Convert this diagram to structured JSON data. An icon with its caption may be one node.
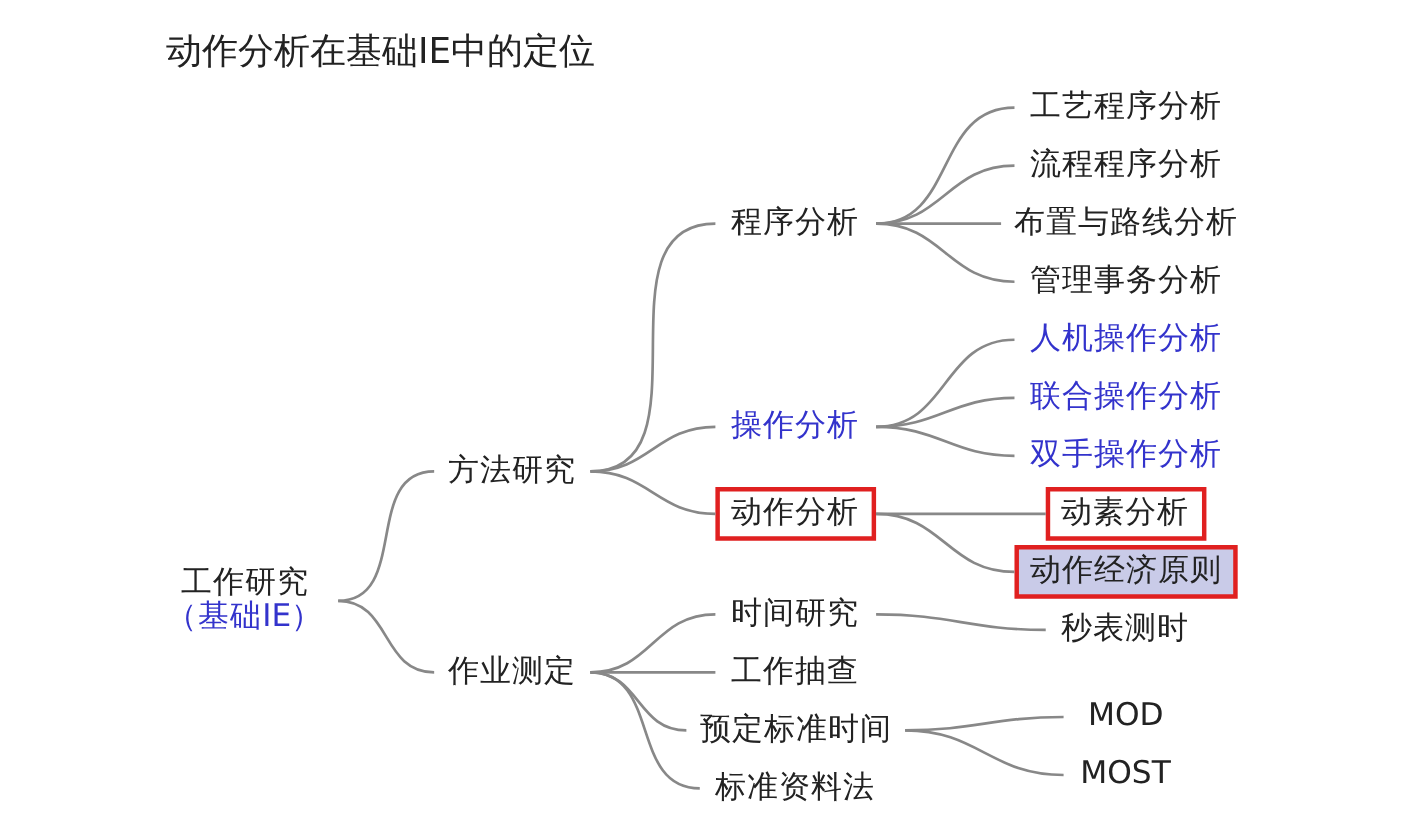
{
  "diagram": {
    "title": "动作分析在基础IE中的定位",
    "nodes": [
      {
        "text": [
          "工作研究",
          "（基础IE）"
        ]
      },
      {
        "text": [
          "方法研究"
        ]
      },
      {
        "text": [
          "程序分析"
        ]
      },
      {
        "text": [
          "工艺程序分析"
        ]
      },
      {
        "text": [
          "流程程序分析"
        ]
      },
      {
        "text": [
          "布置与路线分析"
        ]
      },
      {
        "text": [
          "管理事务分析"
        ]
      },
      {
        "text": [
          "操作分析"
        ]
      },
      {
        "text": [
          "人机操作分析"
        ]
      },
      {
        "text": [
          "联合操作分析"
        ]
      },
      {
        "text": [
          "双手操作分析"
        ]
      },
      {
        "text": [
          "动作分析"
        ]
      },
      {
        "text": [
          "动素分析"
        ]
      },
      {
        "text": [
          "动作经济原则"
        ]
      },
      {
        "text": [
          "作业测定"
        ]
      },
      {
        "text": [
          "时间研究"
        ]
      },
      {
        "text": [
          "秒表测时"
        ]
      },
      {
        "text": [
          "工作抽查"
        ]
      },
      {
        "text": [
          "预定标准时间"
        ]
      },
      {
        "text": [
          "MOD"
        ]
      },
      {
        "text": [
          "MOST"
        ]
      },
      {
        "text": [
          "标准资料法"
        ]
      }
    ],
    "edges": [
      {
        "from": 0,
        "to": 1,
        "arrow": "none"
      },
      {
        "from": 0,
        "to": 14,
        "arrow": "none"
      },
      {
        "from": 1,
        "to": 2,
        "arrow": "none"
      },
      {
        "from": 1,
        "to": 7,
        "arrow": "none"
      },
      {
        "from": 1,
        "to": 11,
        "arrow": "none"
      },
      {
        "from": 2,
        "to": 3,
        "arrow": "none"
      },
      {
        "from": 2,
        "to": 4,
        "arrow": "none"
      },
      {
        "from": 2,
        "to": 5,
        "arrow": "none"
      },
      {
        "from": 2,
        "to": 6,
        "arrow": "none"
      },
      {
        "from": 7,
        "to": 8,
        "arrow": "none"
      },
      {
        "from": 7,
        "to": 9,
        "arrow": "none"
      },
      {
        "from": 7,
        "to": 10,
        "arrow": "none"
      },
      {
        "from": 11,
        "to": 12,
        "arrow": "none"
      },
      {
        "from": 11,
        "to": 13,
        "arrow": "none"
      },
      {
        "from": 14,
        "to": 15,
        "arrow": "none"
      },
      {
        "from": 14,
        "to": 17,
        "arrow": "none"
      },
      {
        "from": 14,
        "to": 18,
        "arrow": "none"
      },
      {
        "from": 14,
        "to": 21,
        "arrow": "none"
      },
      {
        "from": 15,
        "to": 16,
        "arrow": "none"
      },
      {
        "from": 18,
        "to": 19,
        "arrow": "none"
      },
      {
        "from": 18,
        "to": 20,
        "arrow": "none"
      }
    ]
  }
}
